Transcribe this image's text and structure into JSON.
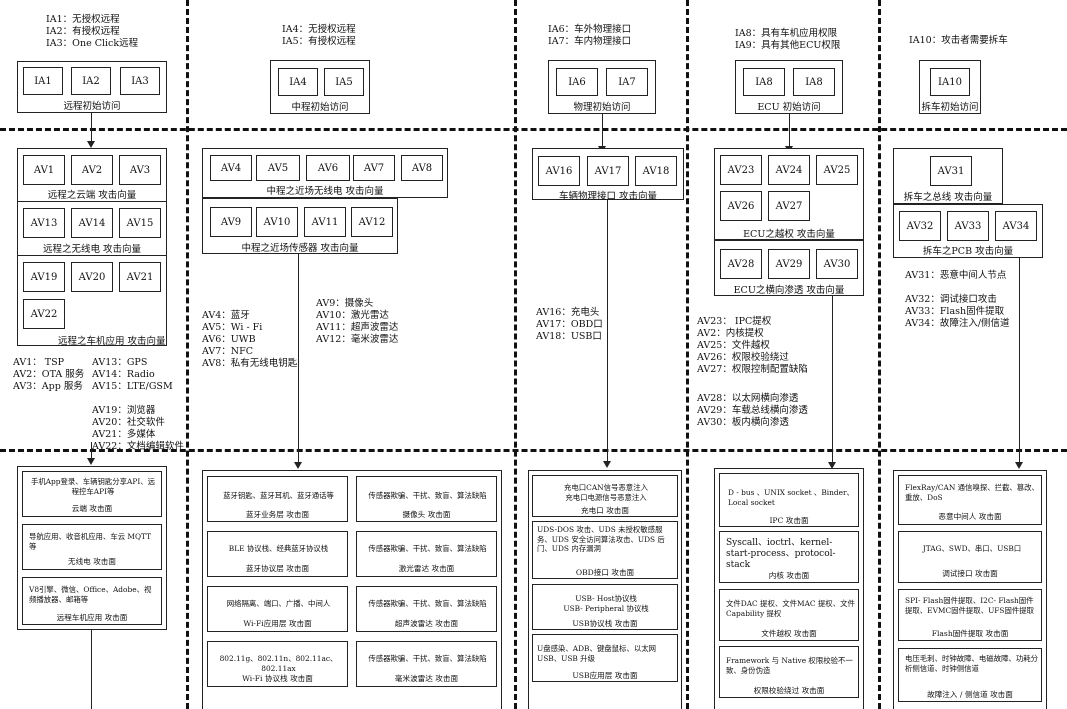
{
  "header_notes": [
    "IA1：无授权远程\nIA2：有授权远程\nIA3：One Click远程",
    "IA4：无授权远程\nIA5：有授权远程",
    "IA6：车外物理接口\nIA7：车内物理接口",
    "IA8：具有车机应用权限\nIA9：具有其他ECU权限",
    "IA10：攻击者需要拆车"
  ],
  "ia_groups": [
    {
      "items": [
        "IA1",
        "IA2",
        "IA3"
      ],
      "label": "远程初始访问"
    },
    {
      "items": [
        "IA4",
        "IA5"
      ],
      "label": "中程初始访问"
    },
    {
      "items": [
        "IA6",
        "IA7"
      ],
      "label": "物理初始访问"
    },
    {
      "items": [
        "IA8",
        "IA8"
      ],
      "label": "ECU 初始访问"
    },
    {
      "items": [
        "IA10"
      ],
      "label": "拆车初始访问"
    }
  ],
  "av_groups": [
    {
      "items": [
        "AV1",
        "AV2",
        "AV3"
      ],
      "label": "远程之云端 攻击向量"
    },
    {
      "items": [
        "AV13",
        "AV14",
        "AV15"
      ],
      "label": "远程之无线电 攻击向量"
    },
    {
      "items": [
        "AV19",
        "AV20",
        "AV21",
        "AV22"
      ],
      "label": "远程之车机应用 攻击向量"
    },
    {
      "items": [
        "AV4",
        "AV5",
        "AV6",
        "AV7",
        "AV8"
      ],
      "label": "中程之近场无线电 攻击向量"
    },
    {
      "items": [
        "AV9",
        "AV10",
        "AV11",
        "AV12"
      ],
      "label": "中程之近场传感器 攻击向量"
    },
    {
      "items": [
        "AV16",
        "AV17",
        "AV18"
      ],
      "label": "车辆物理接口 攻击向量"
    },
    {
      "items": [
        "AV23",
        "AV24",
        "AV25",
        "AV26",
        "AV27"
      ],
      "label": "ECU之越权 攻击向量"
    },
    {
      "items": [
        "AV28",
        "AV29",
        "AV30"
      ],
      "label": "ECU之横向渗透 攻击向量"
    },
    {
      "items": [
        "AV31"
      ],
      "label": "拆车之总线 攻击向量"
    },
    {
      "items": [
        "AV32",
        "AV33",
        "AV34"
      ],
      "label": "拆车之PCB 攻击向量"
    }
  ],
  "legend_notes": {
    "col1a": "AV1： TSP\nAV2：OTA 服务\nAV3：App 服务",
    "col1b": "AV13：GPS\nAV14：Radio\nAV15：LTE/GSM\n\nAV19：浏览器\nAV20：社交软件\nAV21：多媒体\nAV22：文档编辑软件",
    "col2a": "AV4：蓝牙\nAV5：Wi - Fi\nAV6：UWB\nAV7：NFC\nAV8：私有无线电钥匙",
    "col2b": "AV9：摄像头\nAV10：激光雷达\nAV11：超声波雷达\nAV12：毫米波雷达",
    "col3": "AV16：充电头\nAV17：OBD口\nAV18：USB口",
    "col4a": "AV23： IPC提权\nAV2：内核提权\nAV25：文件越权\nAV26：权限校验绕过\nAV27：权限控制配置缺陷",
    "col4b": "AV28：以太网横向渗透\nAV29：车载总线横向渗透\nAV30：板内横向渗透",
    "col5": "AV31：恶意中间人节点\n\nAV32：调试接口攻击\nAV33：Flash固件提取\nAV34：故障注入/侧信道"
  },
  "attack_surfaces": {
    "col1": [
      {
        "text": "手机App登录、车辆钥匙分享API、远程控车API等",
        "cap": "云端 攻击面"
      },
      {
        "text": "导航应用、收音机应用、车云 MQTT 等",
        "cap": "无线电 攻击面"
      },
      {
        "text": "V8引擎、微信、Office、Adobe、视频播放器、邮箱等",
        "cap": "远程车机应用 攻击面"
      }
    ],
    "col2_left": [
      {
        "text": "蓝牙钥匙、蓝牙耳机、蓝牙通话等",
        "cap": "蓝牙业务层 攻击面"
      },
      {
        "text": "BLE 协议栈、经典蓝牙协议栈",
        "cap": "蓝牙协议层 攻击面"
      },
      {
        "text": "网络隔离、端口、广播、中间人",
        "cap": "Wi-Fi应用层 攻击面"
      },
      {
        "text": "802.11g、802.11n、802.11ac、802.11ax",
        "cap": "Wi-Fi 协议栈 攻击面"
      }
    ],
    "col2_right": [
      {
        "text": "传感器欺骗、干扰、致盲、算法缺陷",
        "cap": "摄像头 攻击面"
      },
      {
        "text": "传感器欺骗、干扰、致盲、算法缺陷",
        "cap": "激光雷达 攻击面"
      },
      {
        "text": "传感器欺骗、干扰、致盲、算法缺陷",
        "cap": "超声波雷达 攻击面"
      },
      {
        "text": "传感器欺骗、干扰、致盲、算法缺陷",
        "cap": "毫米波雷达 攻击面"
      }
    ],
    "col3": [
      {
        "text": "充电口CAN信号恶意注入\n充电口电源信号恶意注入",
        "cap": "充电口 攻击面"
      },
      {
        "text": "UDS-DOS 攻击、UDS 未授权敏感服务、UDS 安全访问算法攻击、UDS 后门、UDS 内存漏洞",
        "cap": "OBD接口 攻击面"
      },
      {
        "text": "USB- Host协议栈\nUSB- Peripheral 协议栈",
        "cap": "USB协议栈 攻击面"
      },
      {
        "text": "U盘感染、ADB、键盘鼠标、以太网USB、USB 升级",
        "cap": "USB应用层 攻击面"
      }
    ],
    "col4": [
      {
        "text": "D - bus 、UNIX socket 、Binder、Local socket",
        "cap": "IPC 攻击面"
      },
      {
        "text": "Syscall、ioctrl、kernel-start-process、protocol-stack",
        "cap": "内核 攻击面"
      },
      {
        "text": "文件DAC 提权、文件MAC 提权、文件 Capability 提权",
        "cap": "文件越权 攻击面"
      },
      {
        "text": "Framework 与 Native 权限校验不一致、身份伪造",
        "cap": "权限校验绕过 攻击面"
      }
    ],
    "col5": [
      {
        "text": "FlexRay/CAN 通信嗅探、拦截、篡改、重放、DoS",
        "cap": "恶意中间人 攻击面"
      },
      {
        "text": "JTAG、SWD、串口、USB口",
        "cap": "调试接口 攻击面"
      },
      {
        "text": "SPI- Flash固件提取、I2C- Flash固件提取、EVMC固件提取、UFS固件提取",
        "cap": "Flash固件提取 攻击面"
      },
      {
        "text": "电压毛刺、时钟故障、电磁故障、功耗分析侧信道、时钟侧信道",
        "cap": "故障注入 / 侧信道 攻击面"
      }
    ]
  }
}
